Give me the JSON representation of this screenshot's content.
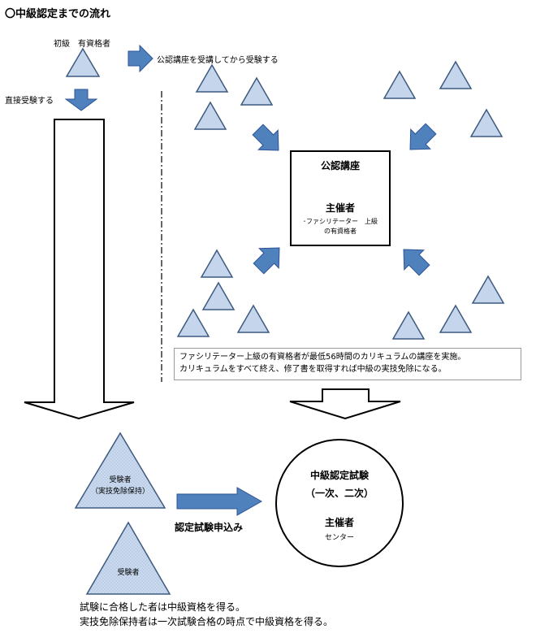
{
  "title": "〇中級認定までの流れ",
  "labels": {
    "shokyu": "初級　有資格者",
    "koza_route": "公認講座を受講してから受験する",
    "direct_route": "直接受験する",
    "apply": "認定試験申込み"
  },
  "course_box": {
    "title": "公認講座",
    "organizer": "主催者",
    "organizer_note_1": "･ファシリテーター　上級",
    "organizer_note_2": "の有資格者"
  },
  "info_box": {
    "line1": "ファシリテーター上級の有資格者が最低56時間のカリキュラムの講座を実施。",
    "line2": "カリキュラムをすべて終え、修了書を取得すれば中級の実技免除になる。"
  },
  "exam": {
    "title": "中級認定試験",
    "stages": "（一次、二次）",
    "organizer": "主催者",
    "center": "センター"
  },
  "candidates": {
    "exempt_line1": "受験者",
    "exempt_line2": "（実技免除保持）",
    "regular": "受験者"
  },
  "result": {
    "line1": "試験に合格した者は中級資格を得る。",
    "line2": "実技免除保持者は一次試験合格の時点で中級資格を得る。"
  },
  "colors": {
    "triangle_fill": "#c5d6ec",
    "triangle_stroke": "#3d5a80",
    "arrow_fill": "#4f81bd",
    "arrow_stroke": "#2f5597"
  }
}
